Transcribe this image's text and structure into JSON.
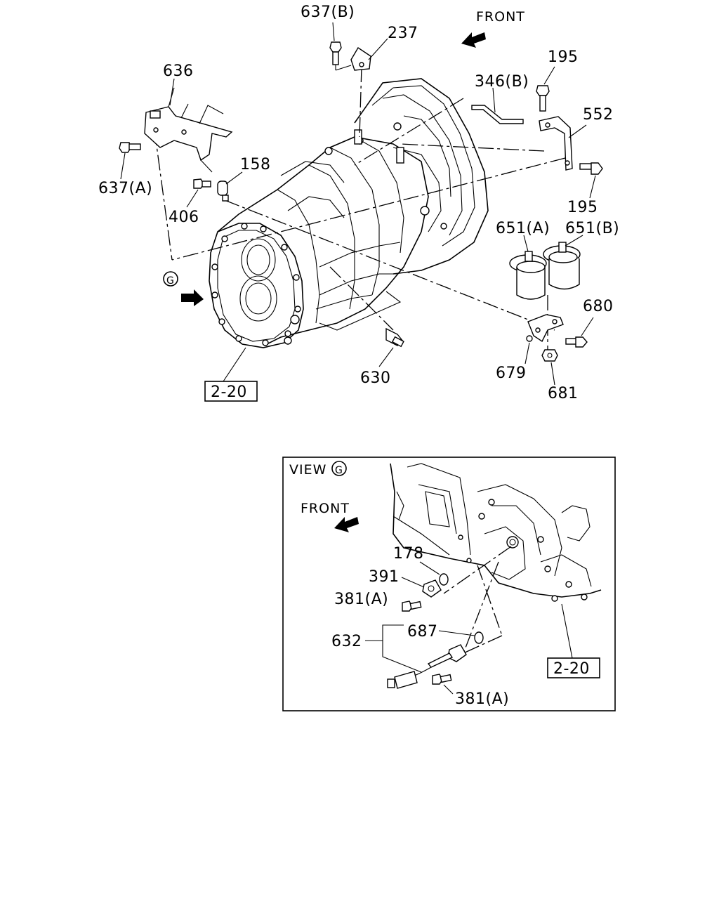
{
  "labels": {
    "p637b": "637(B)",
    "p237": "237",
    "front_top": "FRONT",
    "p636": "636",
    "p195_top": "195",
    "p346b": "346(B)",
    "p552": "552",
    "p158": "158",
    "p637a": "637(A)",
    "p406": "406",
    "p195_mid": "195",
    "p651a": "651(A)",
    "p651b": "651(B)",
    "view_marker": "G",
    "p680": "680",
    "p630": "630",
    "p679": "679",
    "p681": "681",
    "ref_top": "2-20"
  },
  "inset": {
    "title": "VIEW",
    "view_marker": "G",
    "front": "FRONT",
    "p178": "178",
    "p391": "391",
    "p381a_upper": "381(A)",
    "p687": "687",
    "p632": "632",
    "p381a_lower": "381(A)",
    "ref": "2-20"
  },
  "icons": {
    "front_arrow": "arrow-left-up-icon",
    "view_arrow": "arrow-right-down-icon"
  }
}
